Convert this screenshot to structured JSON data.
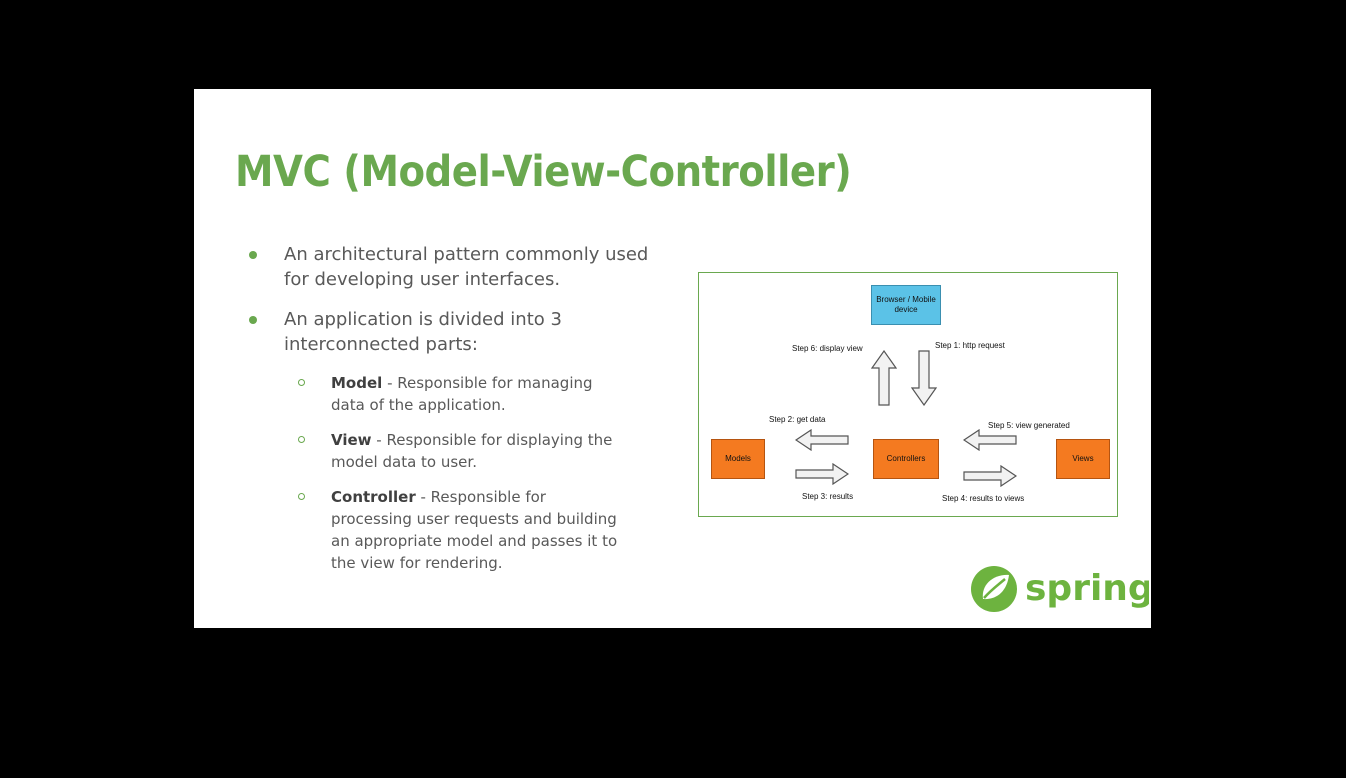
{
  "slide": {
    "title": "MVC (Model-View-Controller)",
    "bullets": [
      {
        "text": "An architectural pattern commonly used for developing user interfaces."
      },
      {
        "text": "An application is divided into 3 interconnected parts:"
      }
    ],
    "sub_bullets": [
      {
        "term": "Model",
        "desc": " - Responsible for managing data of the application."
      },
      {
        "term": "View",
        "desc": " - Responsible for displaying the model data to user."
      },
      {
        "term": "Controller",
        "desc": " - Responsible for processing user requests and building an appropriate model and passes it to the view for rendering."
      }
    ]
  },
  "diagram": {
    "browser": "Browser / Mobile device",
    "models": "Models",
    "controllers": "Controllers",
    "views": "Views",
    "step1": "Step 1: http request",
    "step2": "Step 2: get data",
    "step3": "Step 3: results",
    "step4": "Step 4: results to views",
    "step5": "Step 5: view generated",
    "step6": "Step 6: display view"
  },
  "logo": {
    "text": "spring",
    "color": "#6db33f"
  },
  "colors": {
    "accent": "#6aa84f",
    "body_text": "#595959",
    "box_blue": "#5bc2e7",
    "box_orange": "#f47a20"
  }
}
